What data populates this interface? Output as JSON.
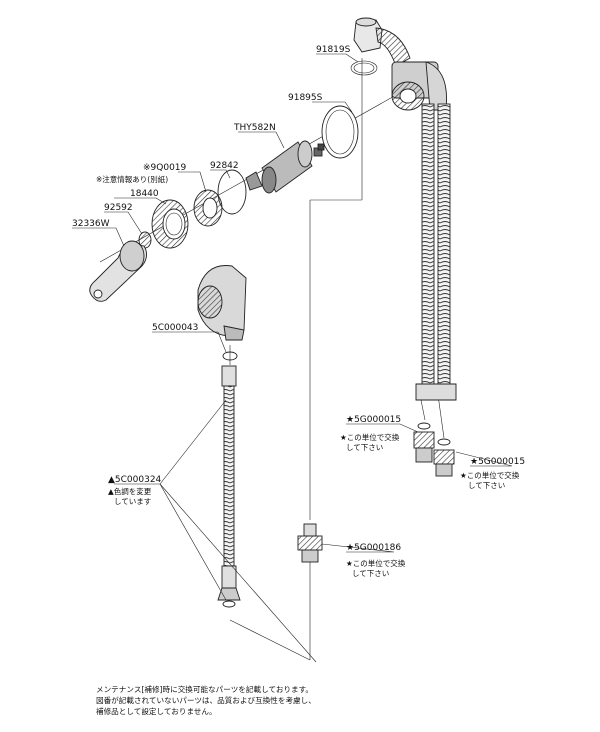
{
  "parts": {
    "p91819S": "91819S",
    "p91895S": "91895S",
    "pTHY582N": "THY582N",
    "p9Q0019": "※9Q0019",
    "p9Q0019_note": "※注意情報あり(別紙)",
    "p92842": "92842",
    "p18440": "18440",
    "p92592": "92592",
    "p32336W": "32336W",
    "p5C000043": "5C000043",
    "p5C000324": "▲5C000324",
    "p5C000324_note1": "▲色調を変更",
    "p5C000324_note2": "しています",
    "p5G000015a": "★5G000015",
    "p5G000015a_note1": "★この単位で交換",
    "p5G000015a_note2": "して下さい",
    "p5G000015b": "★5G000015",
    "p5G000015b_note1": "★この単位で交換",
    "p5G000015b_note2": "して下さい",
    "p5G000186": "★5G000186",
    "p5G000186_note1": "★この単位で交換",
    "p5G000186_note2": "して下さい"
  },
  "footer": {
    "line1": "メンテナンス[補修]時に交換可能なパーツを記載しております。",
    "line2": "図番が記載されていないパーツは、品質および互換性を考慮し、",
    "line3": "補修品として設定しておりません。"
  }
}
